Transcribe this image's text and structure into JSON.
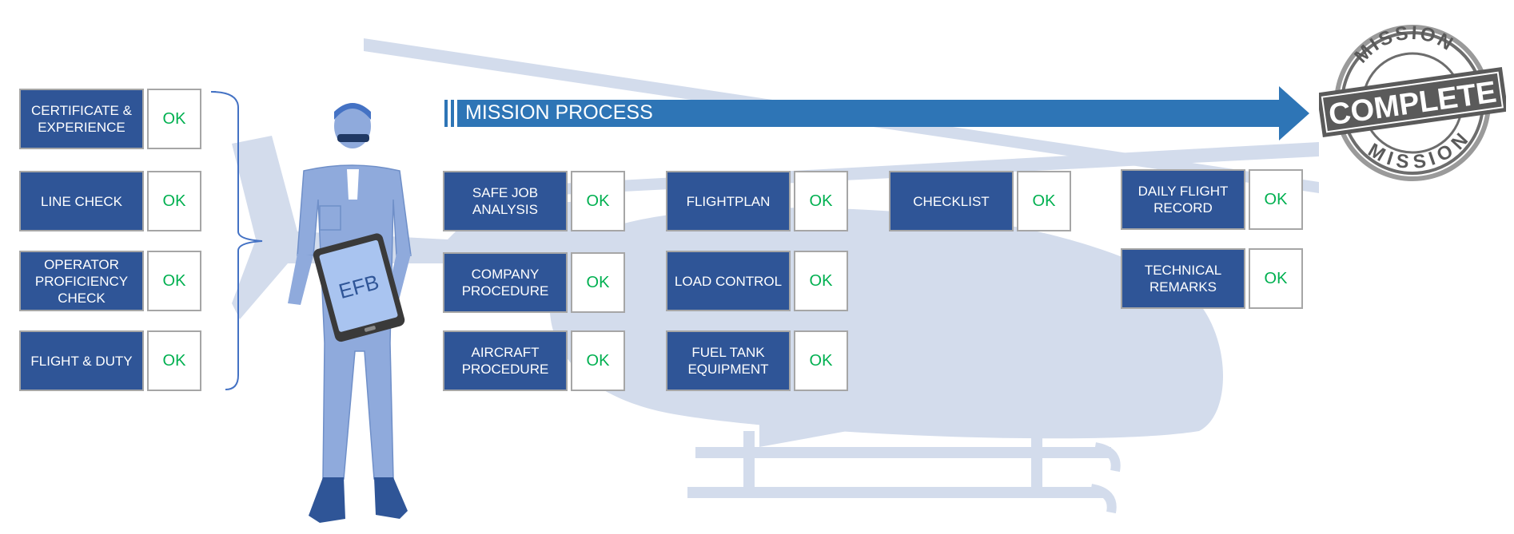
{
  "process_title": "MISSION PROCESS",
  "device_label": "EFB",
  "status_ok": "OK",
  "stamp": {
    "top": "MISSION",
    "middle": "COMPLETE",
    "bottom": "MISSION"
  },
  "prerequisites": [
    {
      "label": "CERTIFICATE &\nEXPERIENCE",
      "status": "OK"
    },
    {
      "label": "LINE CHECK",
      "status": "OK"
    },
    {
      "label": "OPERATOR\nPROFICIENCY\nCHECK",
      "status": "OK"
    },
    {
      "label": "FLIGHT & DUTY",
      "status": "OK"
    }
  ],
  "steps": [
    {
      "label": "SAFE JOB\nANALYSIS",
      "status": "OK"
    },
    {
      "label": "COMPANY\nPROCEDURE",
      "status": "OK"
    },
    {
      "label": "AIRCRAFT\nPROCEDURE",
      "status": "OK"
    },
    {
      "label": "FLIGHTPLAN",
      "status": "OK"
    },
    {
      "label": "LOAD CONTROL",
      "status": "OK"
    },
    {
      "label": "FUEL TANK\nEQUIPMENT",
      "status": "OK"
    },
    {
      "label": "CHECKLIST",
      "status": "OK"
    },
    {
      "label": "DAILY FLIGHT\nRECORD",
      "status": "OK"
    },
    {
      "label": "TECHNICAL\nREMARKS",
      "status": "OK"
    }
  ],
  "colors": {
    "box_fill": "#2f5597",
    "ok_text": "#00b050",
    "arrow": "#2e75b6",
    "silhouette": "#d3dcec",
    "pilot": "#8faadc"
  }
}
